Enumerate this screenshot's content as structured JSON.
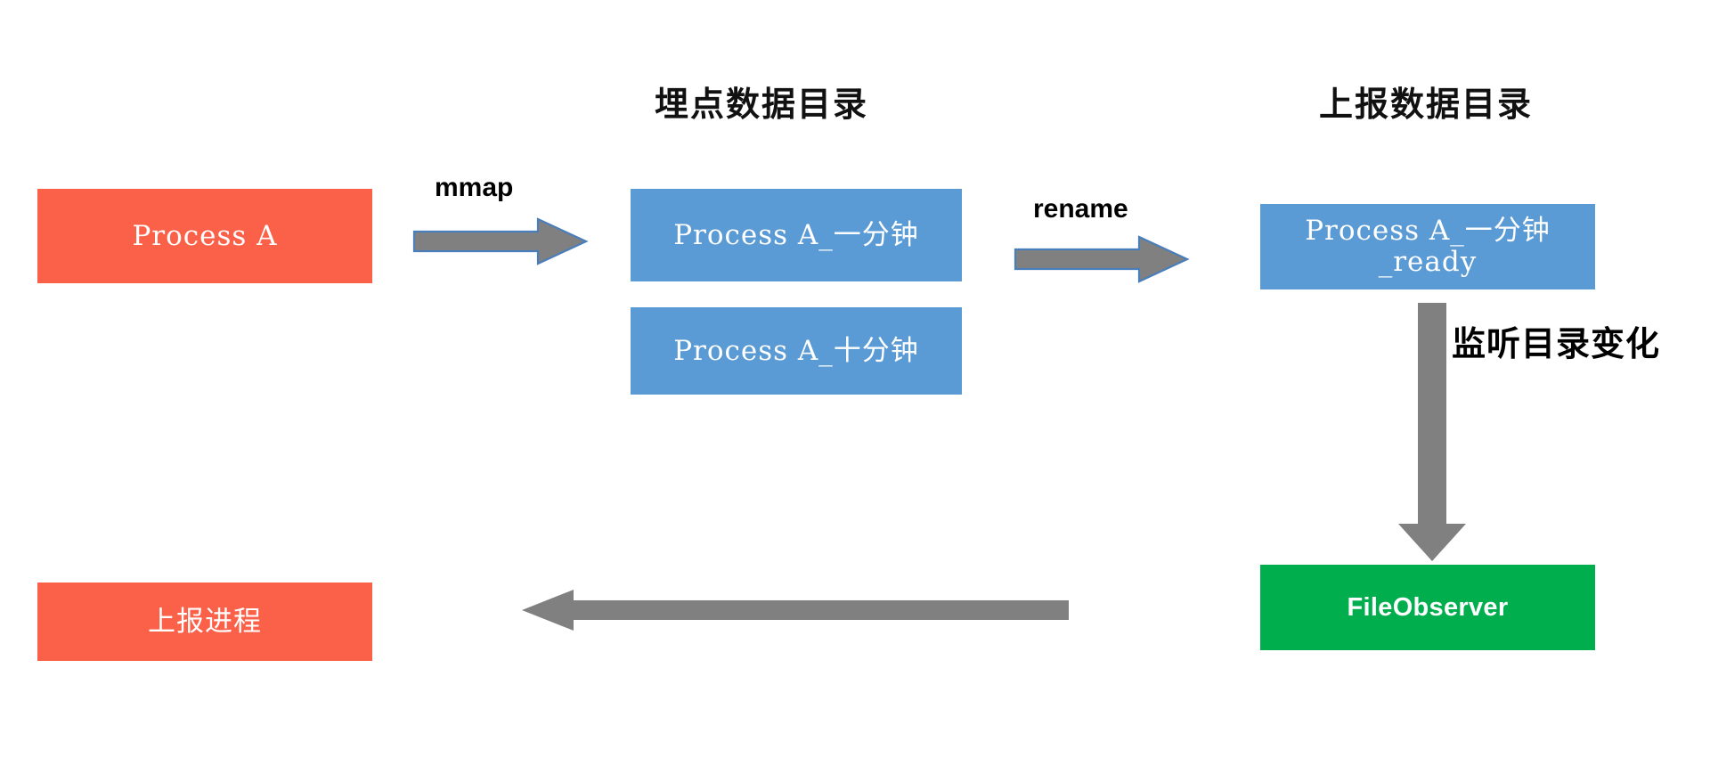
{
  "diagram": {
    "title_bg": "#ffffff",
    "colors": {
      "process_box": "#FB6049",
      "file_box": "#5B9BD5",
      "observer_box": "#00AE4D",
      "arrow": "#808080",
      "arrow_outline": "#4A7EBB",
      "text_dark": "#000000",
      "text_light": "#ffffff"
    },
    "headers": {
      "tracking_dir": "埋点数据目录",
      "report_dir": "上报数据目录"
    },
    "nodes": {
      "process_a": "Process A",
      "file_one_minute": "Process A_一分钟",
      "file_ten_minute": "Process A_十分钟",
      "file_ready": "Process A_一分钟\n_ready",
      "file_observer": "FileObserver",
      "report_process": "上报进程"
    },
    "edges": {
      "mmap": "mmap",
      "rename": "rename",
      "watch_dir": "监听目录变化"
    }
  }
}
